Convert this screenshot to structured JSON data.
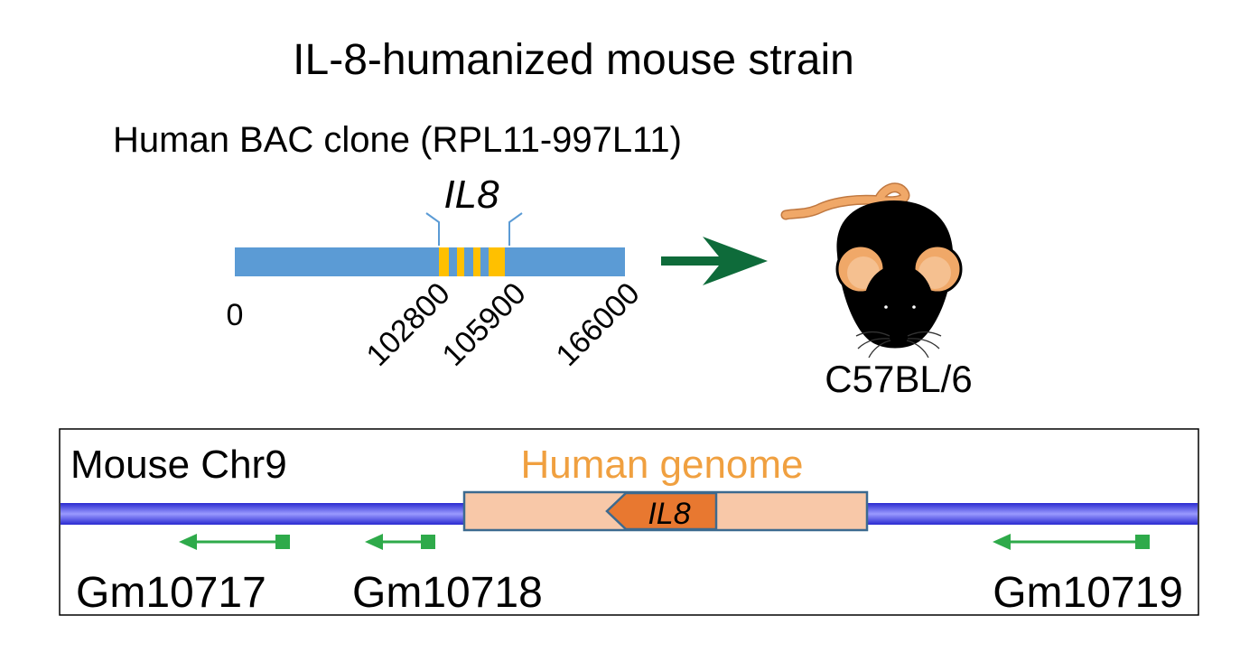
{
  "title": "IL-8-humanized mouse strain",
  "bac": {
    "label": "Human BAC clone (RPL11-997L11)",
    "gene_label": "IL8",
    "positions": [
      "0",
      "102800",
      "105900",
      "166000"
    ],
    "colors": {
      "bar": "#5b9bd5",
      "exon": "#ffc000",
      "bracket": "#5b9bd5"
    }
  },
  "transfer_arrow": {
    "color": "#0e6b3a"
  },
  "mouse": {
    "strain_label": "C57BL/6",
    "colors": {
      "body": "#000000",
      "ear_outer": "#f0a868",
      "ear_inner": "#f5c090",
      "tail": "#f0a868"
    }
  },
  "locus": {
    "chromosome_label": "Mouse Chr9",
    "insert_label": "Human genome",
    "insert_gene_label": "IL8",
    "genes": [
      "Gm10717",
      "Gm10718",
      "Gm10719"
    ],
    "colors": {
      "chromosome": "#3333dd",
      "insert_fill": "#f8c8a8",
      "insert_border": "#3c6a8f",
      "insert_label": "#f0a040",
      "il8_fill": "#e87830",
      "gene_arrow": "#2eaa4a"
    }
  }
}
